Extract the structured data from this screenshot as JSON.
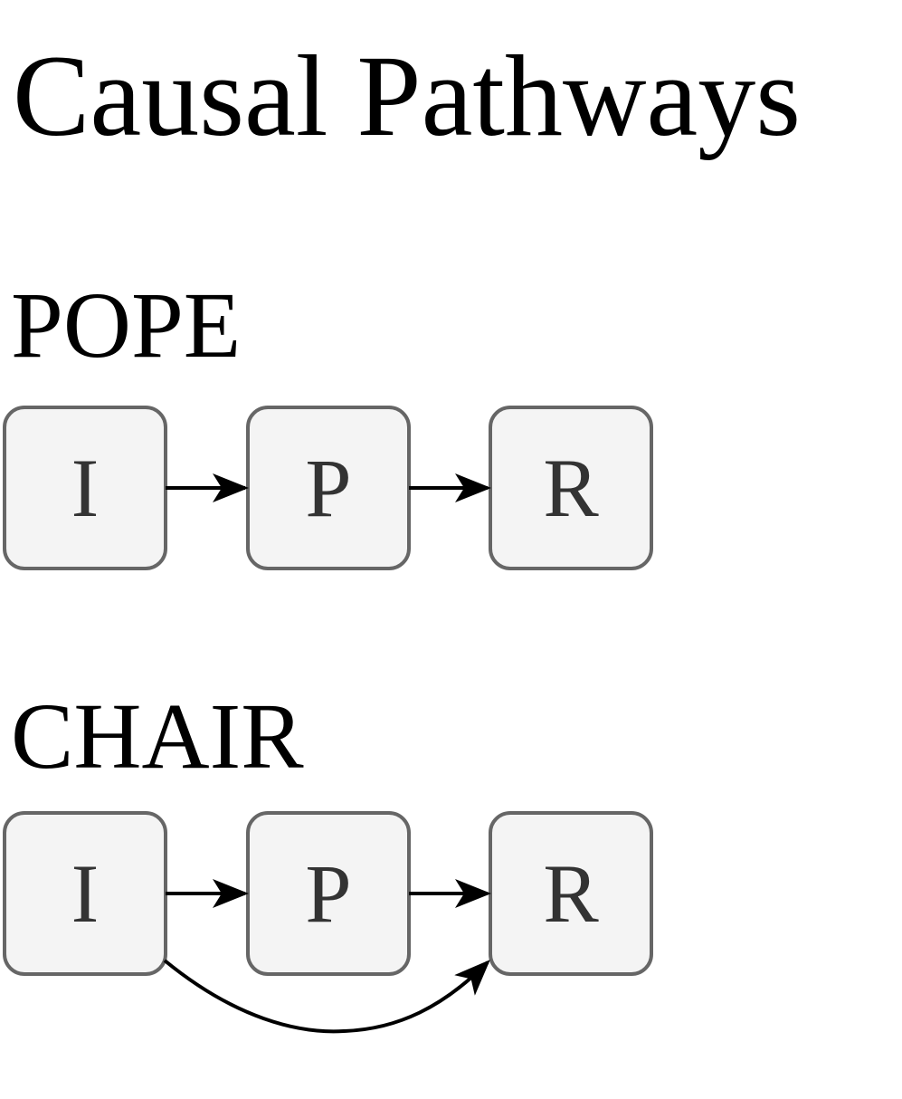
{
  "title": "Causal Pathways",
  "diagrams": [
    {
      "name": "POPE",
      "nodes": [
        "I",
        "P",
        "R"
      ],
      "edges": [
        [
          "I",
          "P"
        ],
        [
          "P",
          "R"
        ]
      ]
    },
    {
      "name": "CHAIR",
      "nodes": [
        "I",
        "P",
        "R"
      ],
      "edges": [
        [
          "I",
          "P"
        ],
        [
          "P",
          "R"
        ],
        [
          "I",
          "R"
        ]
      ]
    }
  ],
  "colors": {
    "node_fill": "#f4f4f4",
    "node_border": "#666666",
    "node_text": "#333333",
    "edge": "#000000"
  }
}
